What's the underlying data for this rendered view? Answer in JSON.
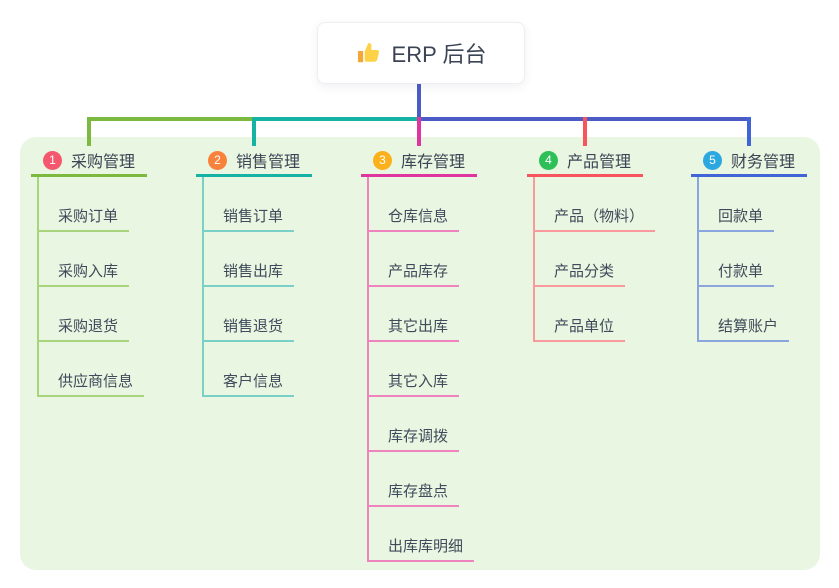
{
  "root": {
    "title": "ERP 后台",
    "icon": "thumbs-up",
    "text_color": "#3b4454",
    "card_background": "#ffffff"
  },
  "panel": {
    "background": "#e9f6e2"
  },
  "connectors": {
    "root_line_color": "#4c5cc6",
    "segment_colors": [
      "#7cb93f",
      "#16b3a5",
      "#4c5cc6"
    ]
  },
  "branches": [
    {
      "index": "1",
      "label": "采购管理",
      "badge_color": "#f5586e",
      "line_color": "#7cb93f",
      "child_line_color": "#a9d47d",
      "children": [
        "采购订单",
        "采购入库",
        "采购退货",
        "供应商信息"
      ]
    },
    {
      "index": "2",
      "label": "销售管理",
      "badge_color": "#f8823b",
      "line_color": "#16b3a5",
      "child_line_color": "#79d0c7",
      "children": [
        "销售订单",
        "销售出库",
        "销售退货",
        "客户信息"
      ]
    },
    {
      "index": "3",
      "label": "库存管理",
      "badge_color": "#fcb01b",
      "line_color": "#df359e",
      "child_line_color": "#ef83bd",
      "children": [
        "仓库信息",
        "产品库存",
        "其它出库",
        "其它入库",
        "库存调拨",
        "库存盘点",
        "出库库明细"
      ]
    },
    {
      "index": "4",
      "label": "产品管理",
      "badge_color": "#2fbf58",
      "line_color": "#f8545d",
      "child_line_color": "#f9999d",
      "children": [
        "产品（物料）",
        "产品分类",
        "产品单位"
      ]
    },
    {
      "index": "5",
      "label": "财务管理",
      "badge_color": "#2ba8e0",
      "line_color": "#4164d6",
      "child_line_color": "#8ba6de",
      "children": [
        "回款单",
        "付款单",
        "结算账户"
      ]
    }
  ]
}
